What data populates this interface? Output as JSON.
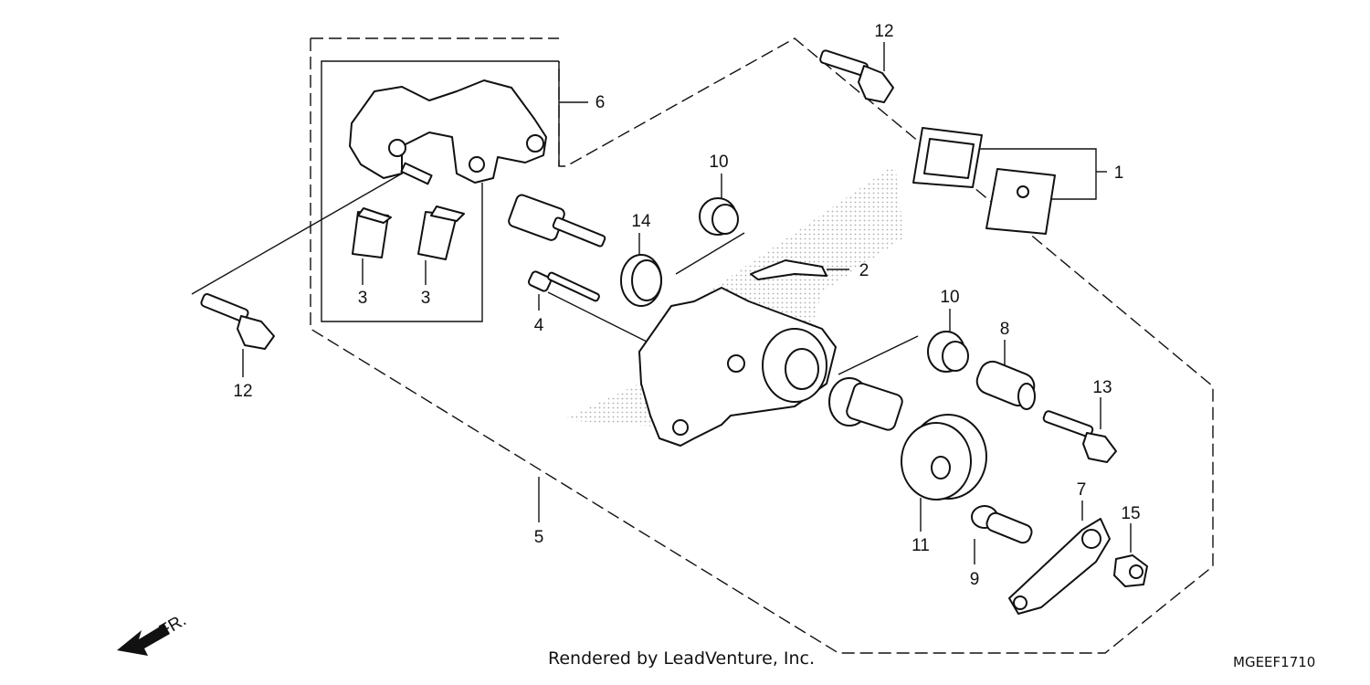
{
  "diagram": {
    "callouts": [
      "1",
      "2",
      "3",
      "3",
      "4",
      "5",
      "6",
      "7",
      "8",
      "9",
      "10",
      "10",
      "11",
      "12",
      "12",
      "13",
      "14",
      "15"
    ],
    "direction_label": "FR.",
    "credit": "Rendered by LeadVenture, Inc.",
    "code": "MGEEF1710"
  }
}
